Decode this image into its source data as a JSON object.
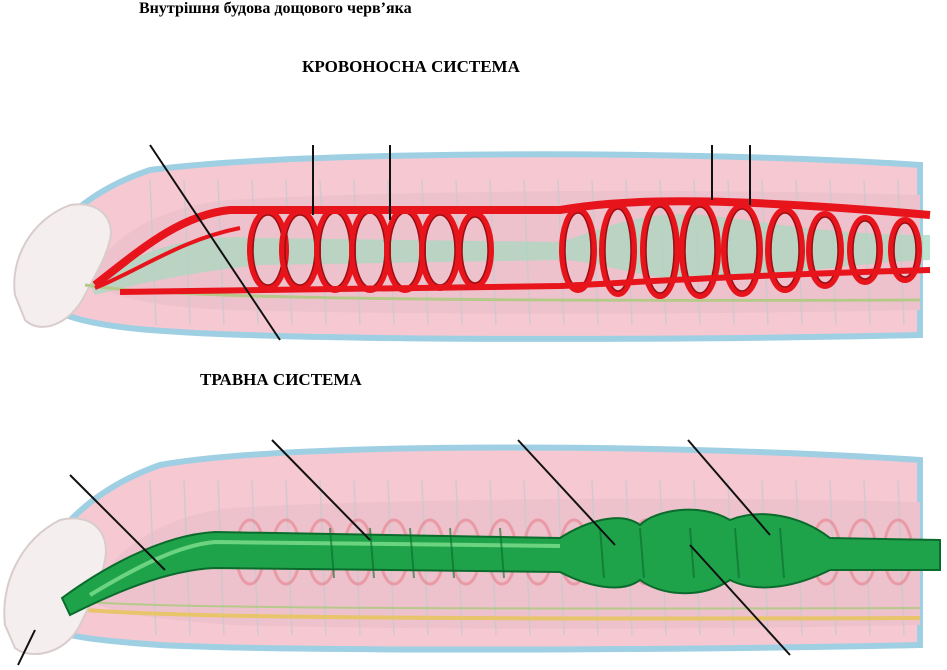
{
  "page": {
    "title": "Внутрішня будова дощового черв’яка"
  },
  "sections": {
    "circulatory": {
      "heading": "КРОВОНОСНА СИСТЕМА"
    },
    "digestive": {
      "heading": "ТРАВНА СИСТЕМА"
    }
  },
  "colors": {
    "body_wall": "#f2b8c4",
    "body_outline": "#e7a0b0",
    "cuticle_blue": "#a9d4e6",
    "septa": "#c9c9cf",
    "blood_vessel": "#e8141c",
    "blood_vessel_dark": "#9a0e12",
    "gut_green": "#1fa34a",
    "gut_highlight": "#7fe08f",
    "gut_dark": "#0b6b2c",
    "nerve_yellow": "#e8c46a",
    "head_white": "#f4eeee",
    "pointer_line": "#111111"
  },
  "icons": [
    "earthworm-circulatory-illustration",
    "earthworm-digestive-illustration"
  ]
}
